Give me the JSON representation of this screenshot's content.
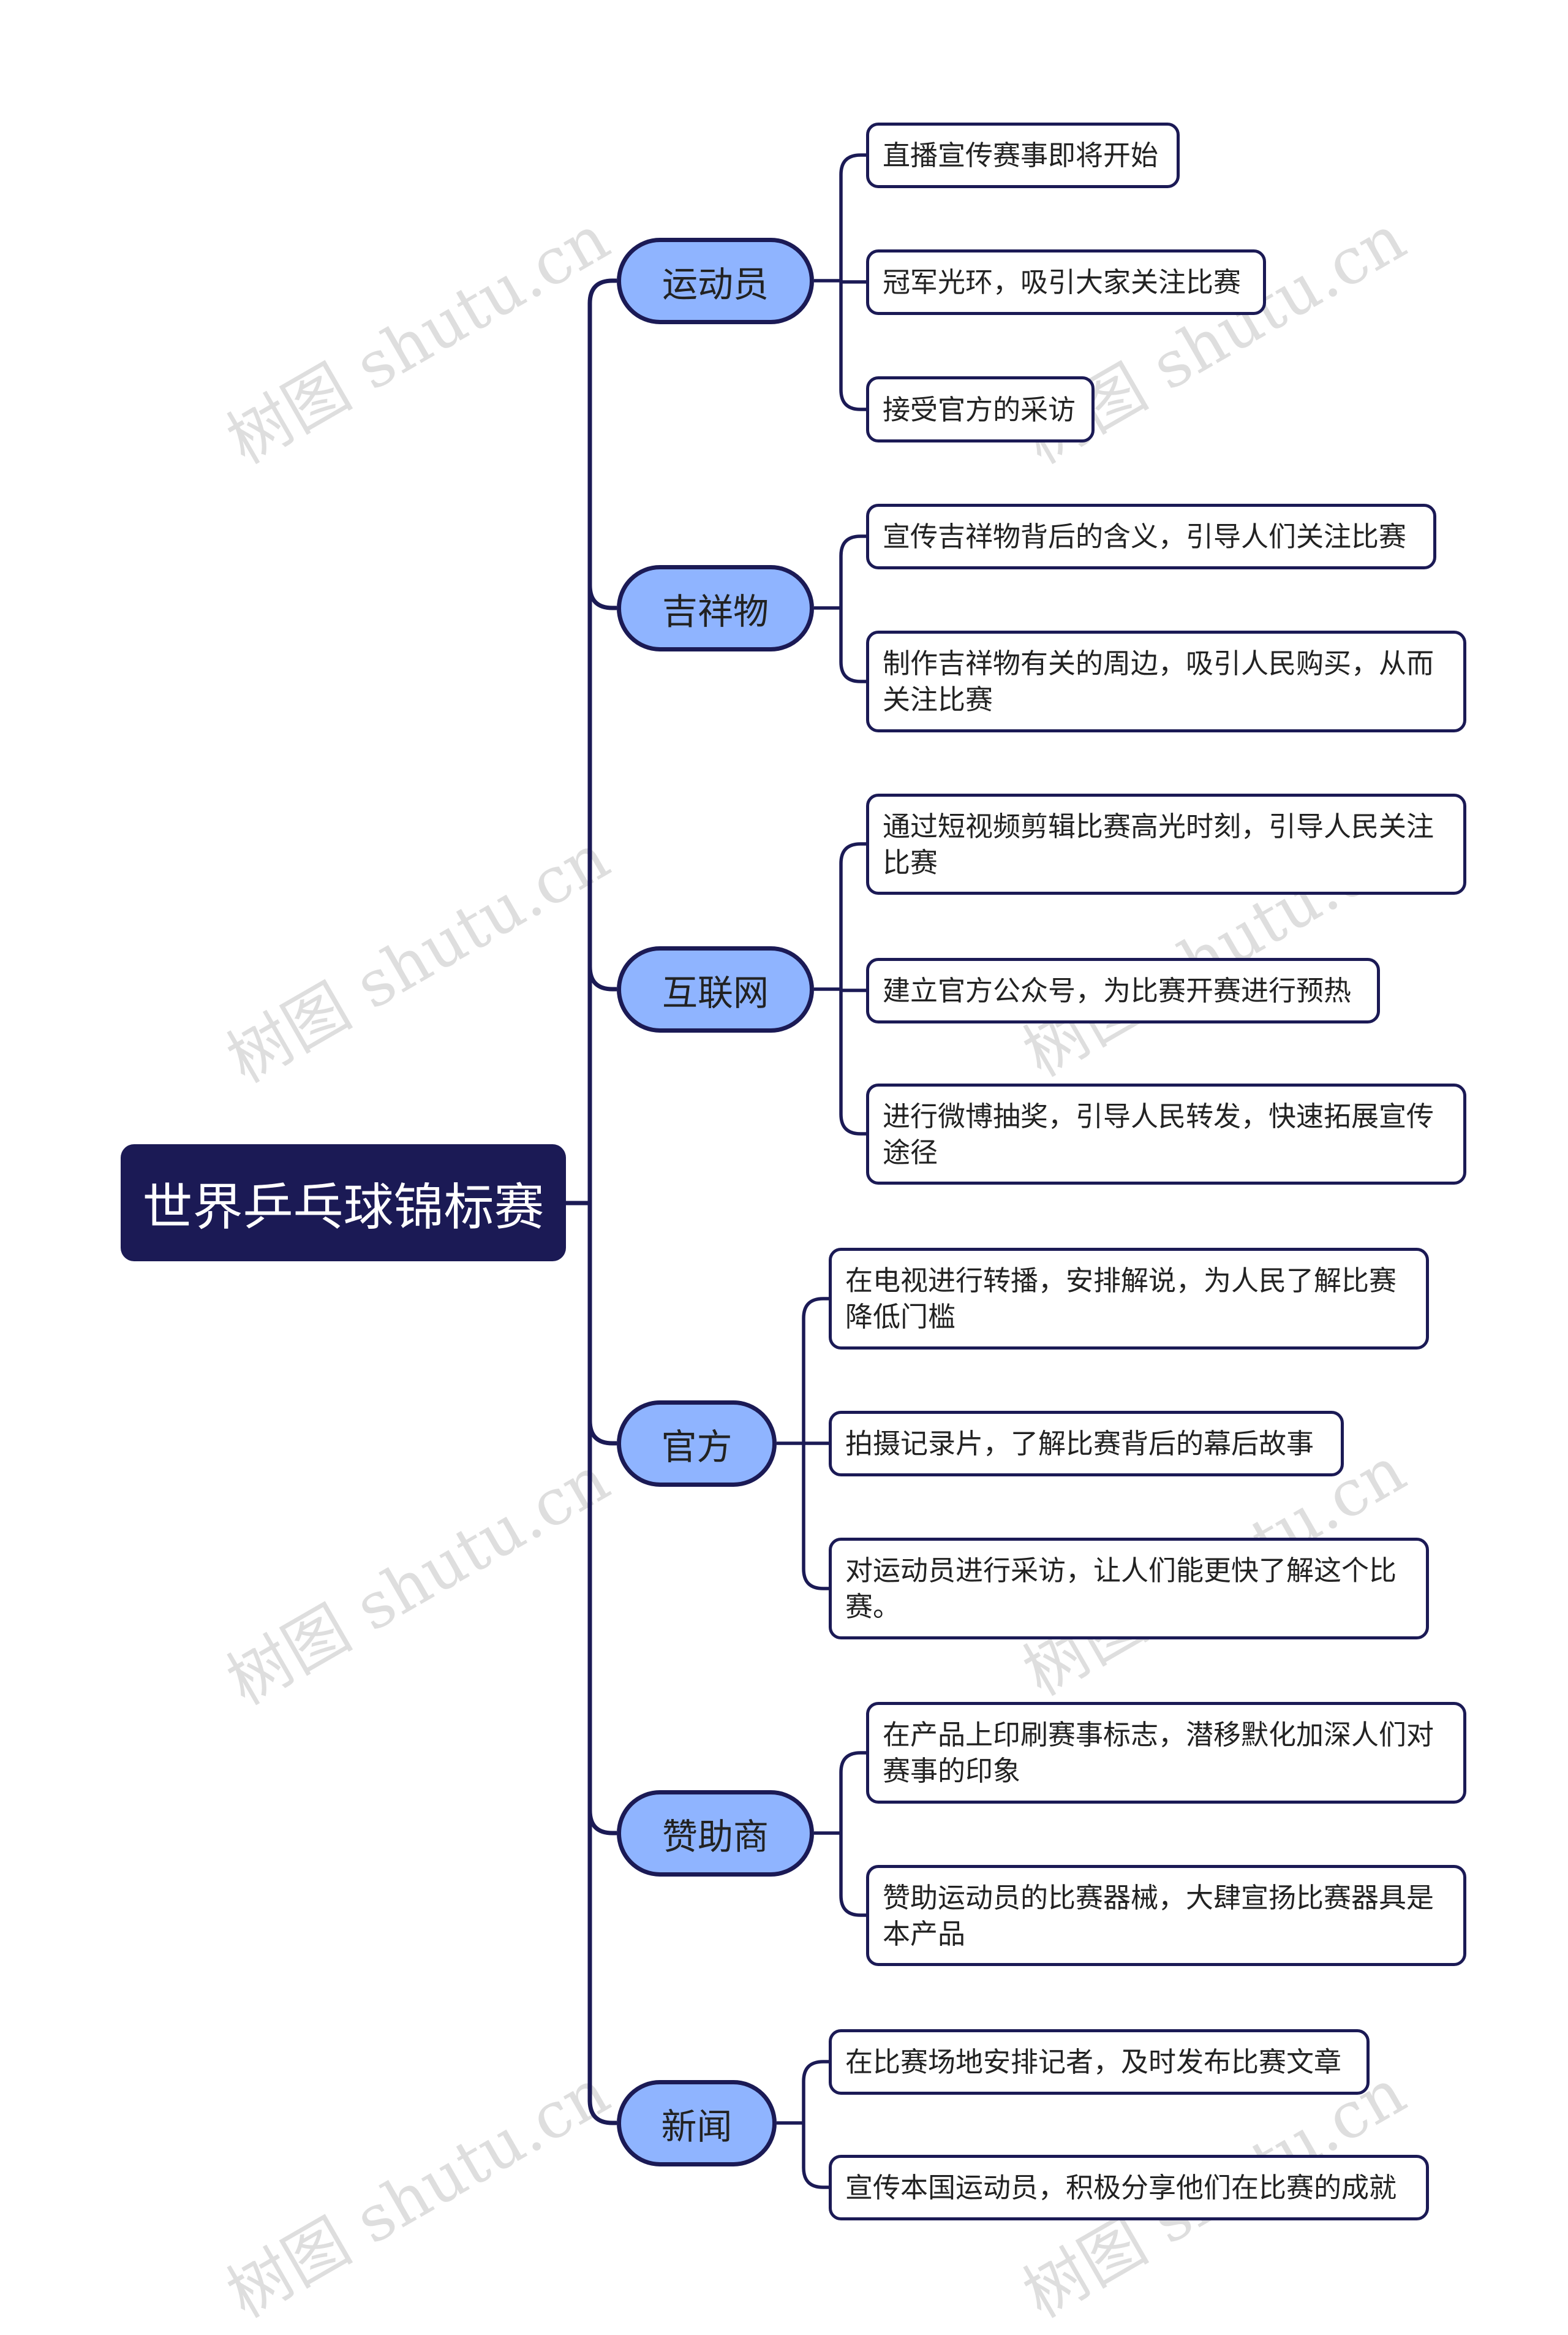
{
  "root": {
    "title": "世界乒乓球锦标赛"
  },
  "watermark": "树图 shutu.cn",
  "colors": {
    "line": "#1b1a55",
    "root_fill": "#1b1a55",
    "branch_fill": "#8fb4ff"
  },
  "branches": [
    {
      "label": "运动员",
      "leaves": [
        "直播宣传赛事即将开始",
        "冠军光环，吸引大家关注比赛",
        "接受官方的采访"
      ]
    },
    {
      "label": "吉祥物",
      "leaves": [
        "宣传吉祥物背后的含义，引导人们关注比赛",
        "制作吉祥物有关的周边，吸引人民购买，从而关注比赛"
      ]
    },
    {
      "label": "互联网",
      "leaves": [
        "通过短视频剪辑比赛高光时刻，引导人民关注比赛",
        "建立官方公众号，为比赛开赛进行预热",
        "进行微博抽奖，引导人民转发，快速拓展宣传途径"
      ]
    },
    {
      "label": "官方",
      "leaves": [
        "在电视进行转播，安排解说，为人民了解比赛降低门槛",
        "拍摄记录片，了解比赛背后的幕后故事",
        "对运动员进行采访，让人们能更快了解这个比赛。"
      ]
    },
    {
      "label": "赞助商",
      "leaves": [
        "在产品上印刷赛事标志，潜移默化加深人们对赛事的印象",
        "赞助运动员的比赛器械，大肆宣扬比赛器具是本产品"
      ]
    },
    {
      "label": "新闻",
      "leaves": [
        "在比赛场地安排记者，及时发布比赛文章",
        "宣传本国运动员，积极分享他们在比赛的成就"
      ]
    }
  ]
}
